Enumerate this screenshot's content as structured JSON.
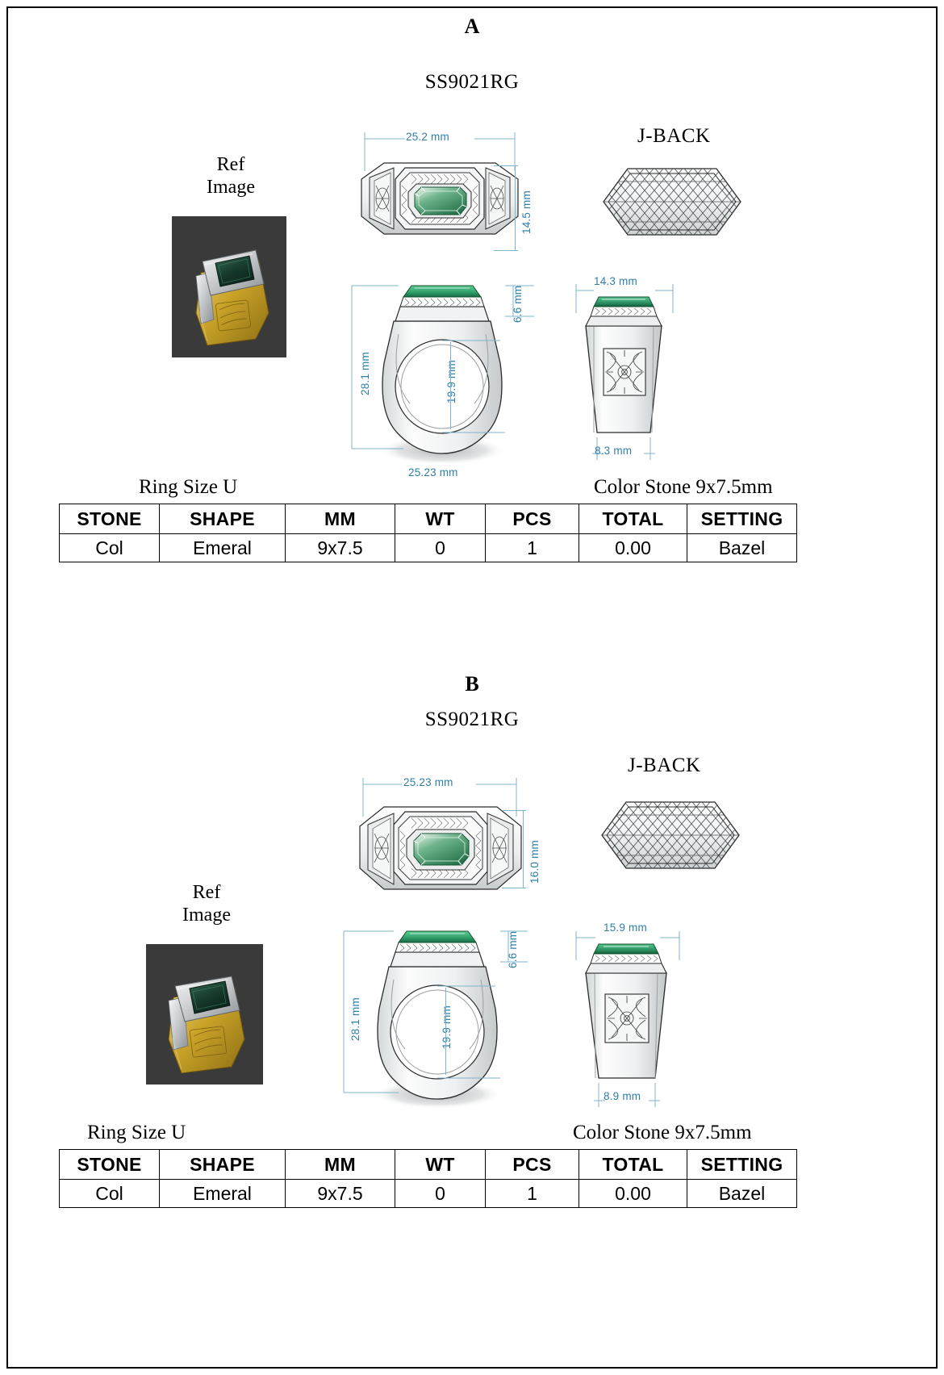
{
  "document": {
    "type": "jewelry-cad-specification-sheet"
  },
  "colors": {
    "dimension_text": "#2f7fa8",
    "dimension_line": "#7fb4cd",
    "stone_green": "#2e8b57",
    "metal_light": "#f2f4f5",
    "metal_line": "#2b2b2b",
    "photo_background": "#3a3a3a",
    "photo_gold": "#c9a227"
  },
  "sections": [
    {
      "id": "a",
      "letter": "A",
      "sku": "SS9021RG",
      "jback_label": "J-BACK",
      "ref_label_line1": "Ref",
      "ref_label_line2": "Image",
      "ring_size": "Ring Size U",
      "color_stone": "Color Stone 9x7.5mm",
      "dimensions": {
        "top_width": "25.2 mm",
        "top_height": "14.5 mm",
        "head_height": "6.6 mm",
        "overall_height": "28.1 mm",
        "inner_diameter": "19.9 mm",
        "bottom_width": "25.23 mm",
        "front_top_width": "14.3 mm",
        "front_bottom_width": "8.3 mm"
      },
      "table": {
        "headers": [
          "STONE",
          "SHAPE",
          "MM",
          "WT",
          "PCS",
          "TOTAL",
          "SETTING"
        ],
        "rows": [
          [
            "Col",
            "Emeral",
            "9x7.5",
            "0",
            "1",
            "0.00",
            "Bazel"
          ]
        ]
      }
    },
    {
      "id": "b",
      "letter": "B",
      "sku": "SS9021RG",
      "jback_label": "J-BACK",
      "ref_label_line1": "Ref",
      "ref_label_line2": "Image",
      "ring_size": "Ring Size U",
      "color_stone": "Color Stone 9x7.5mm",
      "dimensions": {
        "top_width": "25.23 mm",
        "top_height": "16.0 mm",
        "head_height": "6.6 mm",
        "overall_height": "28.1 mm",
        "inner_diameter": "19.9 mm",
        "front_top_width": "15.9 mm",
        "front_bottom_width": "8.9 mm"
      },
      "table": {
        "headers": [
          "STONE",
          "SHAPE",
          "MM",
          "WT",
          "PCS",
          "TOTAL",
          "SETTING"
        ],
        "rows": [
          [
            "Col",
            "Emeral",
            "9x7.5",
            "0",
            "1",
            "0.00",
            "Bazel"
          ]
        ]
      }
    }
  ]
}
